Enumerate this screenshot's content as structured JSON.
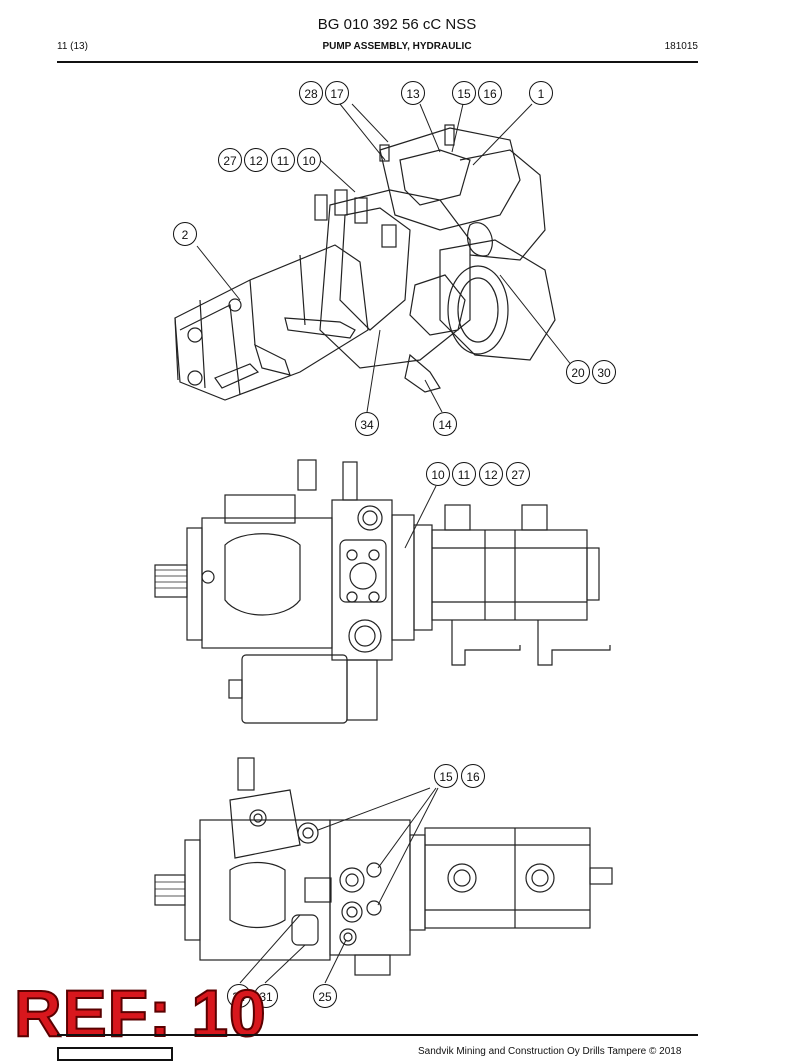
{
  "header": {
    "title": "BG 010 392 56 cC NSS",
    "page": "11 (13)",
    "section": "PUMP ASSEMBLY, HYDRAULIC",
    "date_code": "181015"
  },
  "views": {
    "iso": {
      "callouts": [
        "28",
        "17",
        "13",
        "15",
        "16",
        "1",
        "27",
        "12",
        "11",
        "10",
        "2",
        "20",
        "30",
        "34",
        "14"
      ]
    },
    "side": {
      "callouts": [
        "10",
        "11",
        "12",
        "27"
      ]
    },
    "bottom": {
      "callouts": [
        "15",
        "16",
        "34",
        "31",
        "25"
      ]
    }
  },
  "watermark": {
    "text": "REF: 10",
    "color": "#d8171d"
  },
  "footer": {
    "copyright": "Sandvik Mining and Construction Oy Drills Tampere © 2018"
  }
}
